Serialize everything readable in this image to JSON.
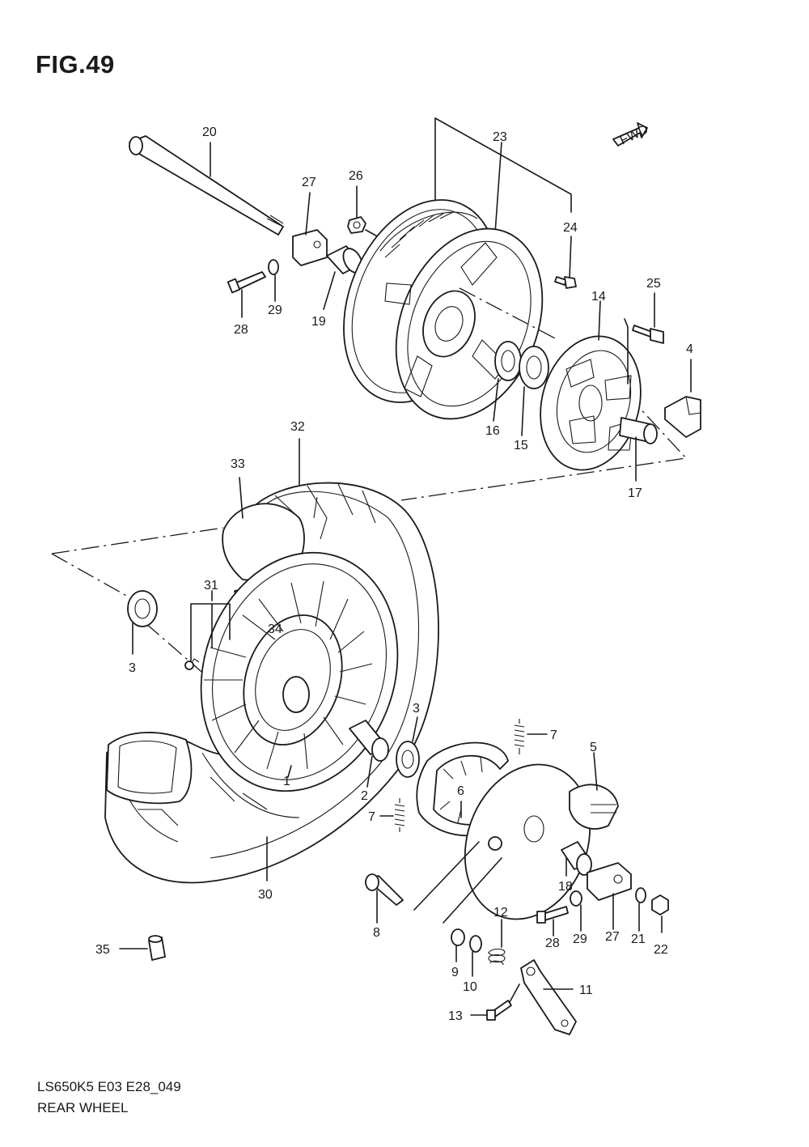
{
  "figure": {
    "title": "FIG.49",
    "fwd_label": "FWD"
  },
  "footer": {
    "code": "LS650K5 E03 E28_049",
    "name": "REAR WHEEL"
  },
  "callouts": {
    "c20": "20",
    "c27a": "27",
    "c26": "26",
    "c23": "23",
    "c24": "24",
    "c28a": "28",
    "c29a": "29",
    "c19": "19",
    "c25": "25",
    "c14": "14",
    "c4": "4",
    "c16": "16",
    "c15": "15",
    "c17": "17",
    "c32": "32",
    "c33": "33",
    "c31": "31",
    "c34": "34",
    "c3a": "3",
    "c3b": "3",
    "c7a": "7",
    "c5": "5",
    "c6": "6",
    "c1": "1",
    "c2": "2",
    "c7b": "7",
    "c30": "30",
    "c18": "18",
    "c8": "8",
    "c12": "12",
    "c28b": "28",
    "c29b": "29",
    "c27b": "27",
    "c21": "21",
    "c22": "22",
    "c35": "35",
    "c9": "9",
    "c10": "10",
    "c11": "11",
    "c13": "13"
  }
}
